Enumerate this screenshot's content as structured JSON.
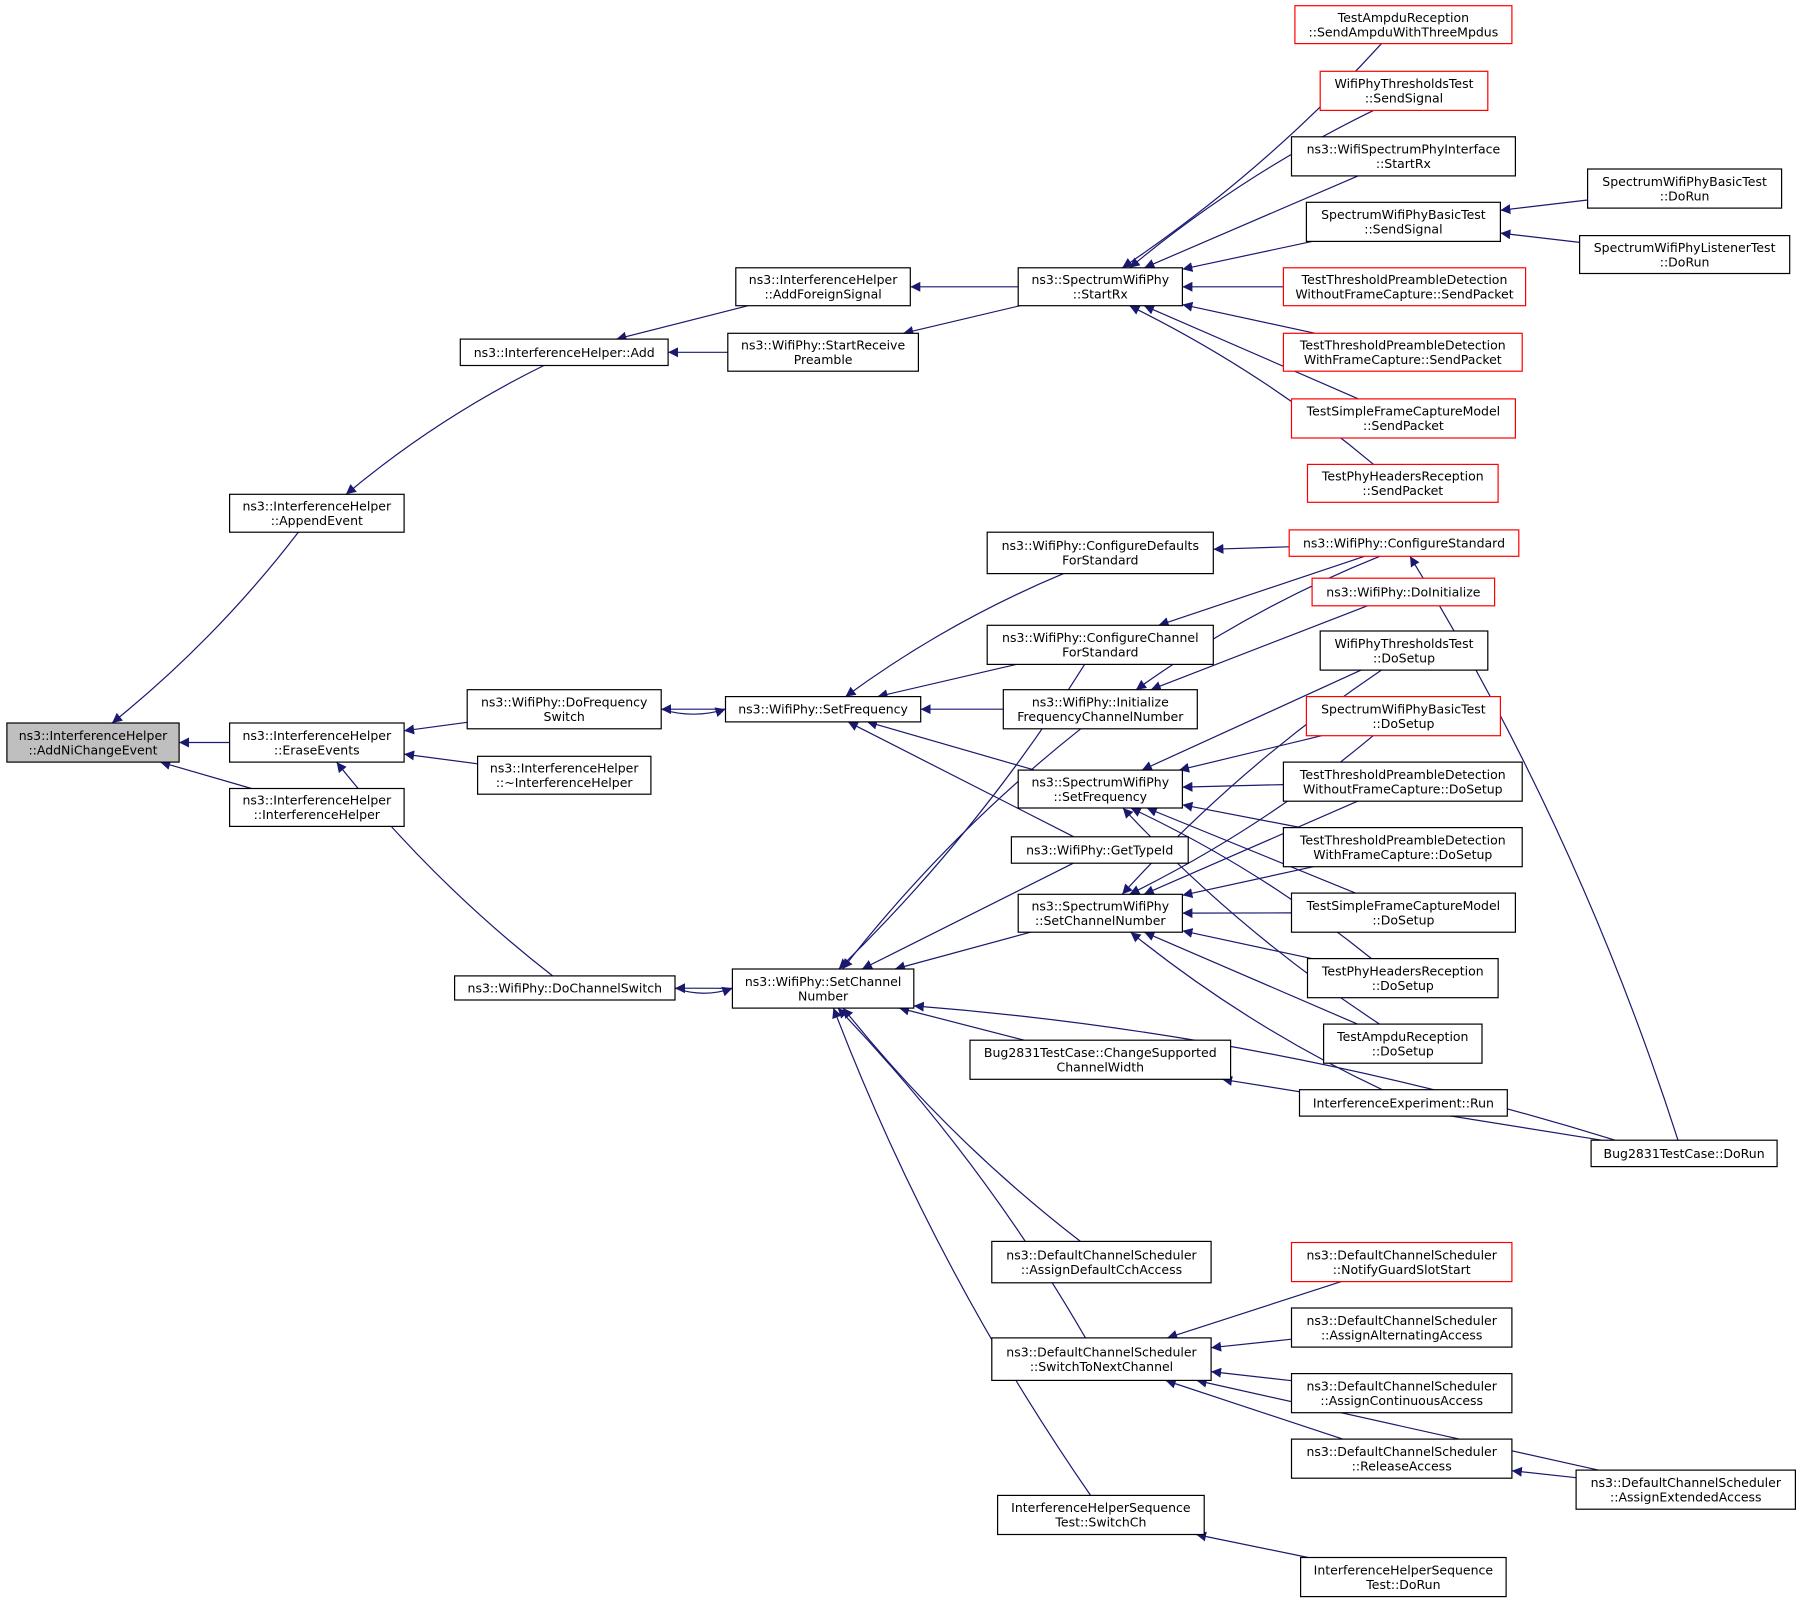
{
  "diagram": {
    "colors": {
      "edge": "#191970",
      "node_border": "#000000",
      "node_border_incomplete": "#ff0000",
      "root_fill": "#bfbfbf",
      "node_fill": "#ffffff"
    },
    "nodes": [
      {
        "id": "addni",
        "lines": [
          "ns3::InterferenceHelper",
          "::AddNiChangeEvent"
        ],
        "style": "root"
      },
      {
        "id": "appendevent",
        "lines": [
          "ns3::InterferenceHelper",
          "::AppendEvent"
        ],
        "style": "normal"
      },
      {
        "id": "eraseevents",
        "lines": [
          "ns3::InterferenceHelper",
          "::EraseEvents"
        ],
        "style": "normal"
      },
      {
        "id": "ihctor",
        "lines": [
          "ns3::InterferenceHelper",
          "::InterferenceHelper"
        ],
        "style": "normal"
      },
      {
        "id": "ihadd",
        "lines": [
          "ns3::InterferenceHelper::Add"
        ],
        "style": "normal"
      },
      {
        "id": "addforeign",
        "lines": [
          "ns3::InterferenceHelper",
          "::AddForeignSignal"
        ],
        "style": "normal"
      },
      {
        "id": "startrecv",
        "lines": [
          "ns3::WifiPhy::StartReceive",
          "Preamble"
        ],
        "style": "normal"
      },
      {
        "id": "specstartrx",
        "lines": [
          "ns3::SpectrumWifiPhy",
          "::StartRx"
        ],
        "style": "normal"
      },
      {
        "id": "ampdusend",
        "lines": [
          "TestAmpduReception",
          "::SendAmpduWithThreeMpdus"
        ],
        "style": "red"
      },
      {
        "id": "thrsendsig",
        "lines": [
          "WifiPhyThresholdsTest",
          "::SendSignal"
        ],
        "style": "red"
      },
      {
        "id": "wsiface",
        "lines": [
          "ns3::WifiSpectrumPhyInterface",
          "::StartRx"
        ],
        "style": "normal"
      },
      {
        "id": "swpbsendsig",
        "lines": [
          "SpectrumWifiPhyBasicTest",
          "::SendSignal"
        ],
        "style": "normal"
      },
      {
        "id": "swpbdorun",
        "lines": [
          "SpectrumWifiPhyBasicTest",
          "::DoRun"
        ],
        "style": "normal"
      },
      {
        "id": "swpldorun",
        "lines": [
          "SpectrumWifiPhyListenerTest",
          "::DoRun"
        ],
        "style": "normal"
      },
      {
        "id": "tpdwofcsend",
        "lines": [
          "TestThresholdPreambleDetection",
          "WithoutFrameCapture::SendPacket"
        ],
        "style": "red"
      },
      {
        "id": "tpdwfcsend",
        "lines": [
          "TestThresholdPreambleDetection",
          "WithFrameCapture::SendPacket"
        ],
        "style": "red"
      },
      {
        "id": "tsfcsend",
        "lines": [
          "TestSimpleFrameCaptureModel",
          "::SendPacket"
        ],
        "style": "red"
      },
      {
        "id": "tphsend",
        "lines": [
          "TestPhyHeadersReception",
          "::SendPacket"
        ],
        "style": "red"
      },
      {
        "id": "dofreqswitch",
        "lines": [
          "ns3::WifiPhy::DoFrequency",
          "Switch"
        ],
        "style": "normal"
      },
      {
        "id": "ihdtor",
        "lines": [
          "ns3::InterferenceHelper",
          "::~InterferenceHelper"
        ],
        "style": "normal"
      },
      {
        "id": "dochanswitch",
        "lines": [
          "ns3::WifiPhy::DoChannelSwitch"
        ],
        "style": "normal"
      },
      {
        "id": "setfreq",
        "lines": [
          "ns3::WifiPhy::SetFrequency"
        ],
        "style": "normal"
      },
      {
        "id": "setchan",
        "lines": [
          "ns3::WifiPhy::SetChannel",
          "Number"
        ],
        "style": "normal"
      },
      {
        "id": "cfgdefaults",
        "lines": [
          "ns3::WifiPhy::ConfigureDefaults",
          "ForStandard"
        ],
        "style": "normal"
      },
      {
        "id": "cfgchannel",
        "lines": [
          "ns3::WifiPhy::ConfigureChannel",
          "ForStandard"
        ],
        "style": "normal"
      },
      {
        "id": "initfreqchan",
        "lines": [
          "ns3::WifiPhy::Initialize",
          "FrequencyChannelNumber"
        ],
        "style": "normal"
      },
      {
        "id": "specsetfreq",
        "lines": [
          "ns3::SpectrumWifiPhy",
          "::SetFrequency"
        ],
        "style": "normal"
      },
      {
        "id": "gettypeid",
        "lines": [
          "ns3::WifiPhy::GetTypeId"
        ],
        "style": "normal"
      },
      {
        "id": "specsetchan",
        "lines": [
          "ns3::SpectrumWifiPhy",
          "::SetChannelNumber"
        ],
        "style": "normal"
      },
      {
        "id": "bugchangewidth",
        "lines": [
          "Bug2831TestCase::ChangeSupported",
          "ChannelWidth"
        ],
        "style": "normal"
      },
      {
        "id": "dcsdefaultcch",
        "lines": [
          "ns3::DefaultChannelScheduler",
          "::AssignDefaultCchAccess"
        ],
        "style": "normal"
      },
      {
        "id": "dcsswitchnext",
        "lines": [
          "ns3::DefaultChannelScheduler",
          "::SwitchToNextChannel"
        ],
        "style": "normal"
      },
      {
        "id": "ihseqswitch",
        "lines": [
          "InterferenceHelperSequence",
          "Test::SwitchCh"
        ],
        "style": "normal"
      },
      {
        "id": "cfgstandard",
        "lines": [
          "ns3::WifiPhy::ConfigureStandard"
        ],
        "style": "red"
      },
      {
        "id": "doinit",
        "lines": [
          "ns3::WifiPhy::DoInitialize"
        ],
        "style": "red"
      },
      {
        "id": "thrdosetup",
        "lines": [
          "WifiPhyThresholdsTest",
          "::DoSetup"
        ],
        "style": "normal"
      },
      {
        "id": "swpbdosetup",
        "lines": [
          "SpectrumWifiPhyBasicTest",
          "::DoSetup"
        ],
        "style": "red"
      },
      {
        "id": "tpdwofcsetup",
        "lines": [
          "TestThresholdPreambleDetection",
          "WithoutFrameCapture::DoSetup"
        ],
        "style": "normal"
      },
      {
        "id": "tpdwfcsetup",
        "lines": [
          "TestThresholdPreambleDetection",
          "WithFrameCapture::DoSetup"
        ],
        "style": "normal"
      },
      {
        "id": "tsfcsetup",
        "lines": [
          "TestSimpleFrameCaptureModel",
          "::DoSetup"
        ],
        "style": "normal"
      },
      {
        "id": "tphsetup",
        "lines": [
          "TestPhyHeadersReception",
          "::DoSetup"
        ],
        "style": "normal"
      },
      {
        "id": "ampdusetup",
        "lines": [
          "TestAmpduReception",
          "::DoSetup"
        ],
        "style": "normal"
      },
      {
        "id": "interfexprun",
        "lines": [
          "InterferenceExperiment::Run"
        ],
        "style": "normal"
      },
      {
        "id": "bugdorun",
        "lines": [
          "Bug2831TestCase::DoRun"
        ],
        "style": "normal"
      },
      {
        "id": "dcsnotifyguard",
        "lines": [
          "ns3::DefaultChannelScheduler",
          "::NotifyGuardSlotStart"
        ],
        "style": "red"
      },
      {
        "id": "dcsalternating",
        "lines": [
          "ns3::DefaultChannelScheduler",
          "::AssignAlternatingAccess"
        ],
        "style": "normal"
      },
      {
        "id": "dcscontinuous",
        "lines": [
          "ns3::DefaultChannelScheduler",
          "::AssignContinuousAccess"
        ],
        "style": "normal"
      },
      {
        "id": "dcsrelease",
        "lines": [
          "ns3::DefaultChannelScheduler",
          "::ReleaseAccess"
        ],
        "style": "normal"
      },
      {
        "id": "dcsextended",
        "lines": [
          "ns3::DefaultChannelScheduler",
          "::AssignExtendedAccess"
        ],
        "style": "normal"
      },
      {
        "id": "ihseqdorun",
        "lines": [
          "InterferenceHelperSequence",
          "Test::DoRun"
        ],
        "style": "normal"
      }
    ],
    "edges": [
      {
        "callee": "addni",
        "caller": "appendevent"
      },
      {
        "callee": "addni",
        "caller": "eraseevents"
      },
      {
        "callee": "addni",
        "caller": "ihctor"
      },
      {
        "callee": "appendevent",
        "caller": "ihadd"
      },
      {
        "callee": "ihadd",
        "caller": "addforeign"
      },
      {
        "callee": "ihadd",
        "caller": "startrecv"
      },
      {
        "callee": "addforeign",
        "caller": "specstartrx"
      },
      {
        "callee": "startrecv",
        "caller": "specstartrx"
      },
      {
        "callee": "specstartrx",
        "caller": "ampdusend"
      },
      {
        "callee": "specstartrx",
        "caller": "thrsendsig"
      },
      {
        "callee": "specstartrx",
        "caller": "wsiface"
      },
      {
        "callee": "specstartrx",
        "caller": "swpbsendsig"
      },
      {
        "callee": "specstartrx",
        "caller": "tpdwofcsend"
      },
      {
        "callee": "specstartrx",
        "caller": "tpdwfcsend"
      },
      {
        "callee": "specstartrx",
        "caller": "tsfcsend"
      },
      {
        "callee": "specstartrx",
        "caller": "tphsend"
      },
      {
        "callee": "swpbsendsig",
        "caller": "swpbdorun"
      },
      {
        "callee": "swpbsendsig",
        "caller": "swpldorun"
      },
      {
        "callee": "eraseevents",
        "caller": "dofreqswitch"
      },
      {
        "callee": "eraseevents",
        "caller": "ihdtor"
      },
      {
        "callee": "eraseevents",
        "caller": "dochanswitch"
      },
      {
        "callee": "dofreqswitch",
        "caller": "setfreq"
      },
      {
        "callee": "setfreq",
        "caller": "dofreqswitch"
      },
      {
        "callee": "dochanswitch",
        "caller": "setchan"
      },
      {
        "callee": "setchan",
        "caller": "dochanswitch"
      },
      {
        "callee": "setfreq",
        "caller": "cfgdefaults"
      },
      {
        "callee": "setfreq",
        "caller": "cfgchannel"
      },
      {
        "callee": "setfreq",
        "caller": "initfreqchan"
      },
      {
        "callee": "setfreq",
        "caller": "specsetfreq"
      },
      {
        "callee": "setfreq",
        "caller": "gettypeid"
      },
      {
        "callee": "setchan",
        "caller": "cfgchannel"
      },
      {
        "callee": "setchan",
        "caller": "initfreqchan"
      },
      {
        "callee": "setchan",
        "caller": "gettypeid"
      },
      {
        "callee": "setchan",
        "caller": "specsetchan"
      },
      {
        "callee": "setchan",
        "caller": "bugchangewidth"
      },
      {
        "callee": "setchan",
        "caller": "bugdorun"
      },
      {
        "callee": "setchan",
        "caller": "dcsdefaultcch"
      },
      {
        "callee": "setchan",
        "caller": "dcsswitchnext"
      },
      {
        "callee": "setchan",
        "caller": "ihseqswitch"
      },
      {
        "callee": "cfgdefaults",
        "caller": "cfgstandard"
      },
      {
        "callee": "cfgchannel",
        "caller": "cfgstandard"
      },
      {
        "callee": "initfreqchan",
        "caller": "cfgstandard"
      },
      {
        "callee": "initfreqchan",
        "caller": "doinit"
      },
      {
        "callee": "cfgstandard",
        "caller": "bugdorun"
      },
      {
        "callee": "specsetfreq",
        "caller": "thrdosetup"
      },
      {
        "callee": "specsetfreq",
        "caller": "swpbdosetup"
      },
      {
        "callee": "specsetfreq",
        "caller": "tpdwofcsetup"
      },
      {
        "callee": "specsetfreq",
        "caller": "tpdwfcsetup"
      },
      {
        "callee": "specsetfreq",
        "caller": "tsfcsetup"
      },
      {
        "callee": "specsetfreq",
        "caller": "tphsetup"
      },
      {
        "callee": "specsetfreq",
        "caller": "ampdusetup"
      },
      {
        "callee": "specsetchan",
        "caller": "thrdosetup"
      },
      {
        "callee": "specsetchan",
        "caller": "swpbdosetup"
      },
      {
        "callee": "specsetchan",
        "caller": "tpdwofcsetup"
      },
      {
        "callee": "specsetchan",
        "caller": "tpdwfcsetup"
      },
      {
        "callee": "specsetchan",
        "caller": "tsfcsetup"
      },
      {
        "callee": "specsetchan",
        "caller": "tphsetup"
      },
      {
        "callee": "specsetchan",
        "caller": "ampdusetup"
      },
      {
        "callee": "specsetchan",
        "caller": "interfexprun"
      },
      {
        "callee": "bugchangewidth",
        "caller": "bugdorun"
      },
      {
        "callee": "dcsswitchnext",
        "caller": "dcsnotifyguard"
      },
      {
        "callee": "dcsswitchnext",
        "caller": "dcsalternating"
      },
      {
        "callee": "dcsswitchnext",
        "caller": "dcscontinuous"
      },
      {
        "callee": "dcsswitchnext",
        "caller": "dcsrelease"
      },
      {
        "callee": "dcsswitchnext",
        "caller": "dcsextended"
      },
      {
        "callee": "dcsrelease",
        "caller": "dcsextended"
      },
      {
        "callee": "ihseqswitch",
        "caller": "ihseqdorun"
      }
    ]
  }
}
